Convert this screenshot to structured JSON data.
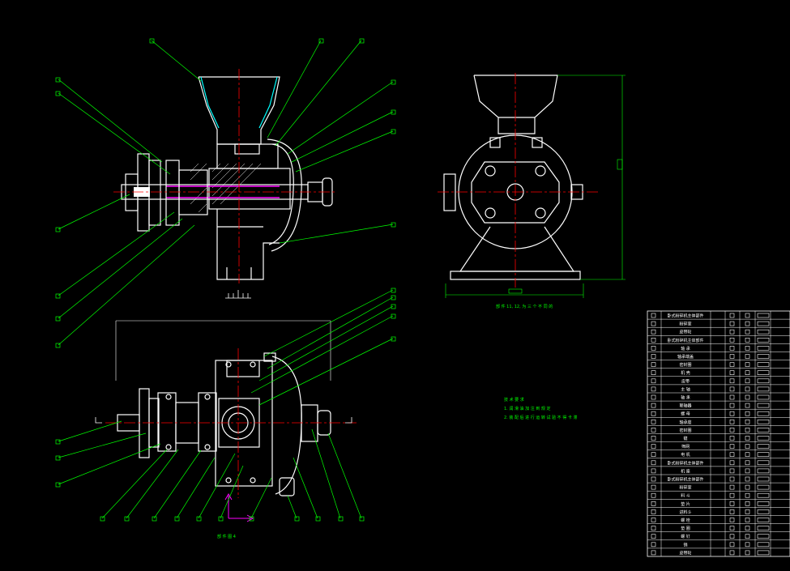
{
  "drawing": {
    "background": "#000000",
    "colors": {
      "outline": "#ffffff",
      "centerline": "#ff0000",
      "leader": "#00ff00",
      "hopper_edge": "#00ffff",
      "shaft": "#ff00ff",
      "dimension": "#00ff00",
      "table_text": "#ffffff"
    }
  },
  "views": {
    "section_view_label": "",
    "side_view_caption": "部 件 11, 12, 为 三 个 不 同 的",
    "top_view_caption": "部 件 图 4",
    "section_marker_left": "",
    "section_marker_right": "",
    "scale_label": ""
  },
  "tech_notes": {
    "title": "技 术 要 求",
    "lines": [
      "1. 润 滑 油 加 注 到 规 定",
      "2. 装 配 后 进 行 运 转 试 验 不 得 卡 滞"
    ]
  },
  "bom": {
    "rows": [
      "卧式粉碎机主体部件",
      "粉碎室",
      "皮带轮",
      "卧式粉碎机主体部件",
      "轴 承",
      "轴承端盖",
      "密封圈",
      "机 壳",
      "皮带",
      "主 轴",
      "轴 承",
      "联轴器",
      "螺 母",
      "轴承座",
      "密封圈",
      "键",
      "筛网",
      "电 机",
      "卧式粉碎机主体部件",
      "机 座",
      "卧式粉碎机主体部件",
      "粉碎室",
      "料 斗",
      "垫 片",
      "进料斗",
      "螺 栓",
      "垫 圈",
      "螺 钉",
      "销",
      "皮带轮"
    ]
  }
}
